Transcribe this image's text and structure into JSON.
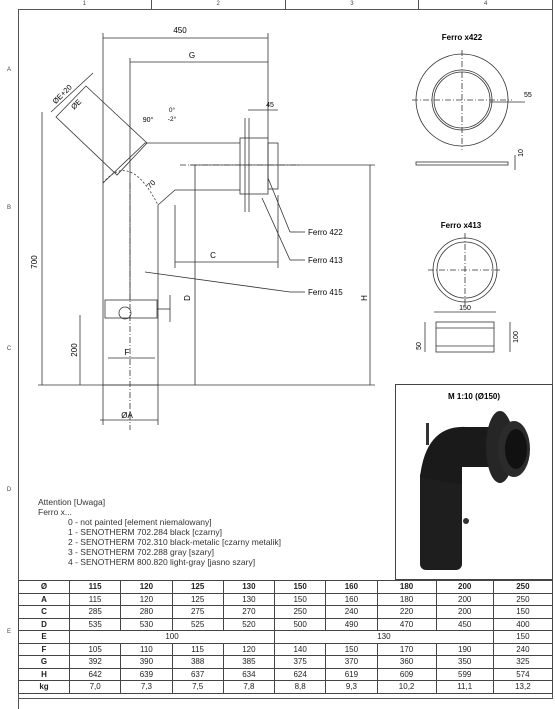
{
  "grid": {
    "columns": [
      "1",
      "2",
      "3",
      "4"
    ],
    "rows": [
      "A",
      "B",
      "C",
      "D",
      "E"
    ]
  },
  "drawing": {
    "dim_450": "450",
    "dim_G": "G",
    "dim_45": "45",
    "dim_C": "C",
    "dim_D": "D",
    "dim_H": "H",
    "dim_700": "700",
    "dim_200": "200",
    "dim_F": "F",
    "dim_A": "ØA",
    "dim_70": "70",
    "dim_E": "ØE",
    "dim_E20": "ØE+20",
    "angle_90": "90°",
    "angle_tol_plus": "0°",
    "angle_tol_minus": "-2°",
    "callout_422": "Ferro 422",
    "callout_413": "Ferro 413",
    "callout_415": "Ferro 415"
  },
  "detail_422": {
    "title": "Ferro x422",
    "dim_55": "55",
    "dim_10": "10"
  },
  "detail_413": {
    "title": "Ferro x413",
    "dim_150": "150",
    "dim_50": "50",
    "dim_100": "100"
  },
  "render": {
    "title": "M 1:10 (Ø150)"
  },
  "attention": {
    "title": "Attention [Uwaga]",
    "subtitle": "Ferro x...",
    "items": [
      "0 - not painted [element niemalowany]",
      "1 - SENOTHERM 702.284 black [czarny]",
      "2 - SENOTHERM 702.310 black-metalic [czarny metalik]",
      "3 - SENOTHERM 702.288 gray [szary]",
      "4 - SENOTHERM 800.820 light-gray [jasno szary]"
    ]
  },
  "table": {
    "header": [
      "Ø",
      "115",
      "120",
      "125",
      "130",
      "150",
      "160",
      "180",
      "200",
      "250"
    ],
    "rows": [
      [
        "A",
        "115",
        "120",
        "125",
        "130",
        "150",
        "160",
        "180",
        "200",
        "250"
      ],
      [
        "C",
        "285",
        "280",
        "275",
        "270",
        "250",
        "240",
        "220",
        "200",
        "150"
      ],
      [
        "D",
        "535",
        "530",
        "525",
        "520",
        "500",
        "490",
        "470",
        "450",
        "400"
      ],
      [
        "E",
        "100",
        "130",
        "150"
      ],
      [
        "F",
        "105",
        "110",
        "115",
        "120",
        "140",
        "150",
        "170",
        "190",
        "240"
      ],
      [
        "G",
        "392",
        "390",
        "388",
        "385",
        "375",
        "370",
        "360",
        "350",
        "325"
      ],
      [
        "H",
        "642",
        "639",
        "637",
        "634",
        "624",
        "619",
        "609",
        "599",
        "574"
      ],
      [
        "kg",
        "7,0",
        "7,3",
        "7,5",
        "7,8",
        "8,8",
        "9,3",
        "10,2",
        "11,1",
        "13,2"
      ]
    ]
  }
}
